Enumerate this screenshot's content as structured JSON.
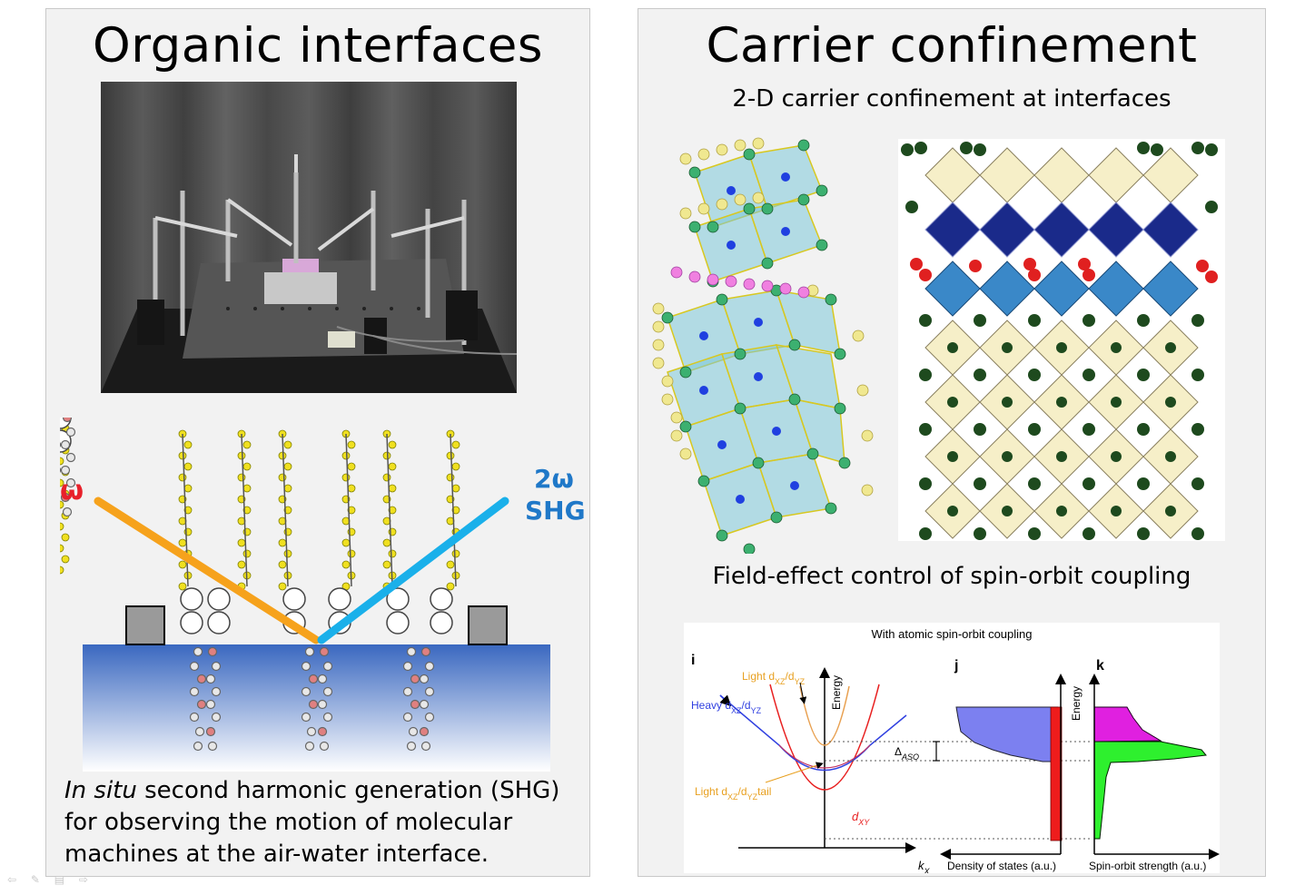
{
  "left": {
    "title": "Organic interfaces",
    "diagram": {
      "omega_label": "ω",
      "two_omega_label": "2ω",
      "shg_label": "SHG"
    },
    "caption_italic": "In situ",
    "caption_rest": " second harmonic generation (SHG) for observing the motion of molecular machines at the air-water interface."
  },
  "right": {
    "title": "Carrier confinement",
    "subtitle_top": "2-D carrier confinement at interfaces",
    "subtitle_bottom": "Field-effect control of spin-orbit coupling",
    "chart": {
      "title": "With atomic spin-orbit coupling",
      "panel_i": "i",
      "panel_j": "j",
      "panel_k": "k",
      "energy_label": "Energy",
      "light_label": "Light d",
      "light_sub1": "XZ",
      "light_sep": "/d",
      "light_sub2": "YZ",
      "heavy_label": "Heavy d",
      "heavy_sub1": "XZ",
      "heavy_sep": "/d",
      "heavy_sub2": "YZ",
      "tail_label": "Light d",
      "tail_sub1": "XZ",
      "tail_sep": "/d",
      "tail_sub2": "YZ",
      "tail_word": "tail",
      "dxy_label": "d",
      "dxy_sub": "XY",
      "delta_label": "Δ",
      "delta_sub": "ASO",
      "kx_label": "k",
      "kx_sub": "X",
      "dos_label": "Density of states (a.u.)",
      "spin_label": "Spin-orbit strength (a.u.)"
    }
  },
  "colors": {
    "omega": "#e8202a",
    "two_omega": "#1f78c8",
    "orange_beam": "#f6a21c",
    "blue_beam": "#1ab0ea",
    "dos_fill": "#7c80f0",
    "spin_top": "#e020e0",
    "spin_bottom": "#2ef02e",
    "red_bar": "#ee1c1c"
  },
  "nav": {
    "icons": "⇦ ✎ ▤ ⇨"
  }
}
